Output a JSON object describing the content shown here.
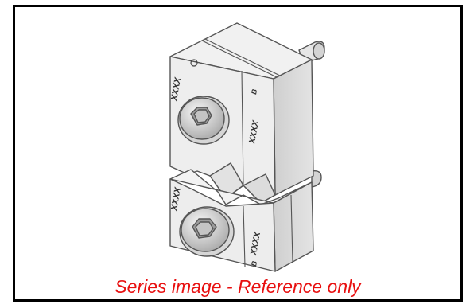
{
  "caption": "Series image - Reference only",
  "colors": {
    "frame_border": "#000000",
    "caption_text": "#e81010",
    "part_light": "#f1f1f1",
    "part_mid": "#d9d9d9",
    "part_dark": "#bdbdbd",
    "outline": "#555555"
  },
  "image": {
    "subject": "crimp-die-set-illustration",
    "engravings": [
      "XXXX",
      "XXXX",
      "XXXX",
      "XXXX",
      "B",
      "B"
    ]
  }
}
